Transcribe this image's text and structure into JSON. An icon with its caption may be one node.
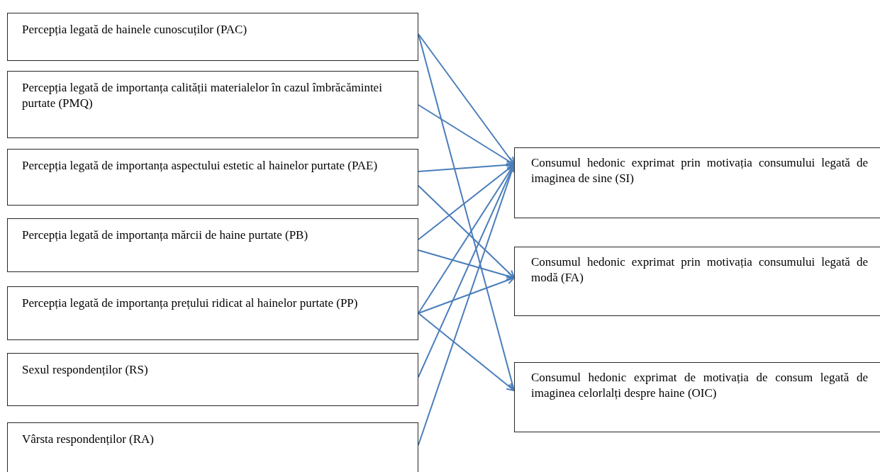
{
  "diagram": {
    "nodes": [
      {
        "text": [
          "Percepția legată de hainele cunoscuților (PAC)"
        ]
      },
      {
        "text": [
          "Percepția legată de importanța calității materialelor în cazul îmbrăcămintei purtate (PMQ)"
        ]
      },
      {
        "text": [
          "Percepția legată de importanța aspectului estetic al hainelor purtate (PAE)"
        ]
      },
      {
        "text": [
          "Percepția legată de importanța mărcii de haine purtate (PB)"
        ]
      },
      {
        "text": [
          "Percepția legată de importanța prețului ridicat al hainelor purtate (PP)"
        ]
      },
      {
        "text": [
          "Sexul respondenților (RS)"
        ]
      },
      {
        "text": [
          "Vârsta respondenților (RA)"
        ]
      },
      {
        "text": [
          "Consumul hedonic exprimat prin motivația consumului legată de imaginea de sine (SI)"
        ]
      },
      {
        "text": [
          "Consumul hedonic exprimat prin motivația consumului legată de modă (FA)"
        ]
      },
      {
        "text": [
          "Consumul hedonic exprimat de motivația de consum legată de imaginea celorlalți despre haine (OIC)"
        ]
      }
    ],
    "edges": [
      {
        "from": 0,
        "to": 7,
        "arrow": "to"
      },
      {
        "from": 0,
        "to": 9,
        "arrow": "to"
      },
      {
        "from": 1,
        "to": 7,
        "arrow": "to"
      },
      {
        "from": 2,
        "to": 7,
        "arrow": "to"
      },
      {
        "from": 2,
        "to": 8,
        "arrow": "to"
      },
      {
        "from": 3,
        "to": 7,
        "arrow": "to"
      },
      {
        "from": 3,
        "to": 8,
        "arrow": "to"
      },
      {
        "from": 4,
        "to": 7,
        "arrow": "to"
      },
      {
        "from": 4,
        "to": 8,
        "arrow": "to"
      },
      {
        "from": 4,
        "to": 9,
        "arrow": "to"
      },
      {
        "from": 5,
        "to": 7,
        "arrow": "to"
      },
      {
        "from": 6,
        "to": 7,
        "arrow": "to"
      }
    ]
  }
}
